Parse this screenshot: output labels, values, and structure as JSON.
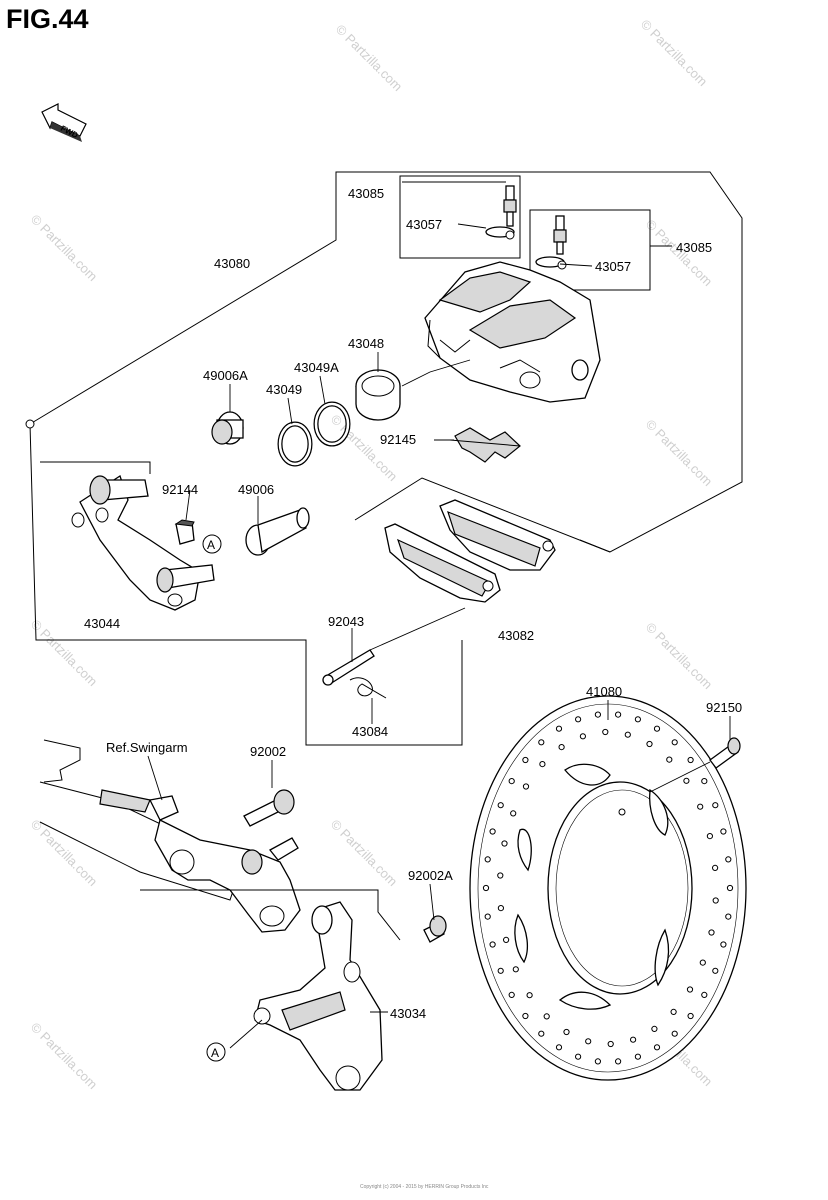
{
  "figure": {
    "title": "FIG.44",
    "fwd_label": "FWD",
    "copyright": "Copyright (c) 2004 - 2015 by HERRIN Group Products Inc"
  },
  "watermark": {
    "text": "© Partzilla.com"
  },
  "labels": {
    "ref_swingarm": "Ref.Swingarm",
    "callout_a1": "A",
    "callout_a2": "A"
  },
  "parts": {
    "p43085_top": "43085",
    "p43085_right": "43085",
    "p43057_left": "43057",
    "p43057_right": "43057",
    "p43080": "43080",
    "p43048": "43048",
    "p43049A": "43049A",
    "p49006A": "49006A",
    "p43049": "43049",
    "p92145": "92145",
    "p92144": "92144",
    "p49006": "49006",
    "p43044": "43044",
    "p92043": "92043",
    "p43082": "43082",
    "p43084": "43084",
    "p41080": "41080",
    "p92150": "92150",
    "p92002": "92002",
    "p92002A": "92002A",
    "p43034": "43034"
  }
}
